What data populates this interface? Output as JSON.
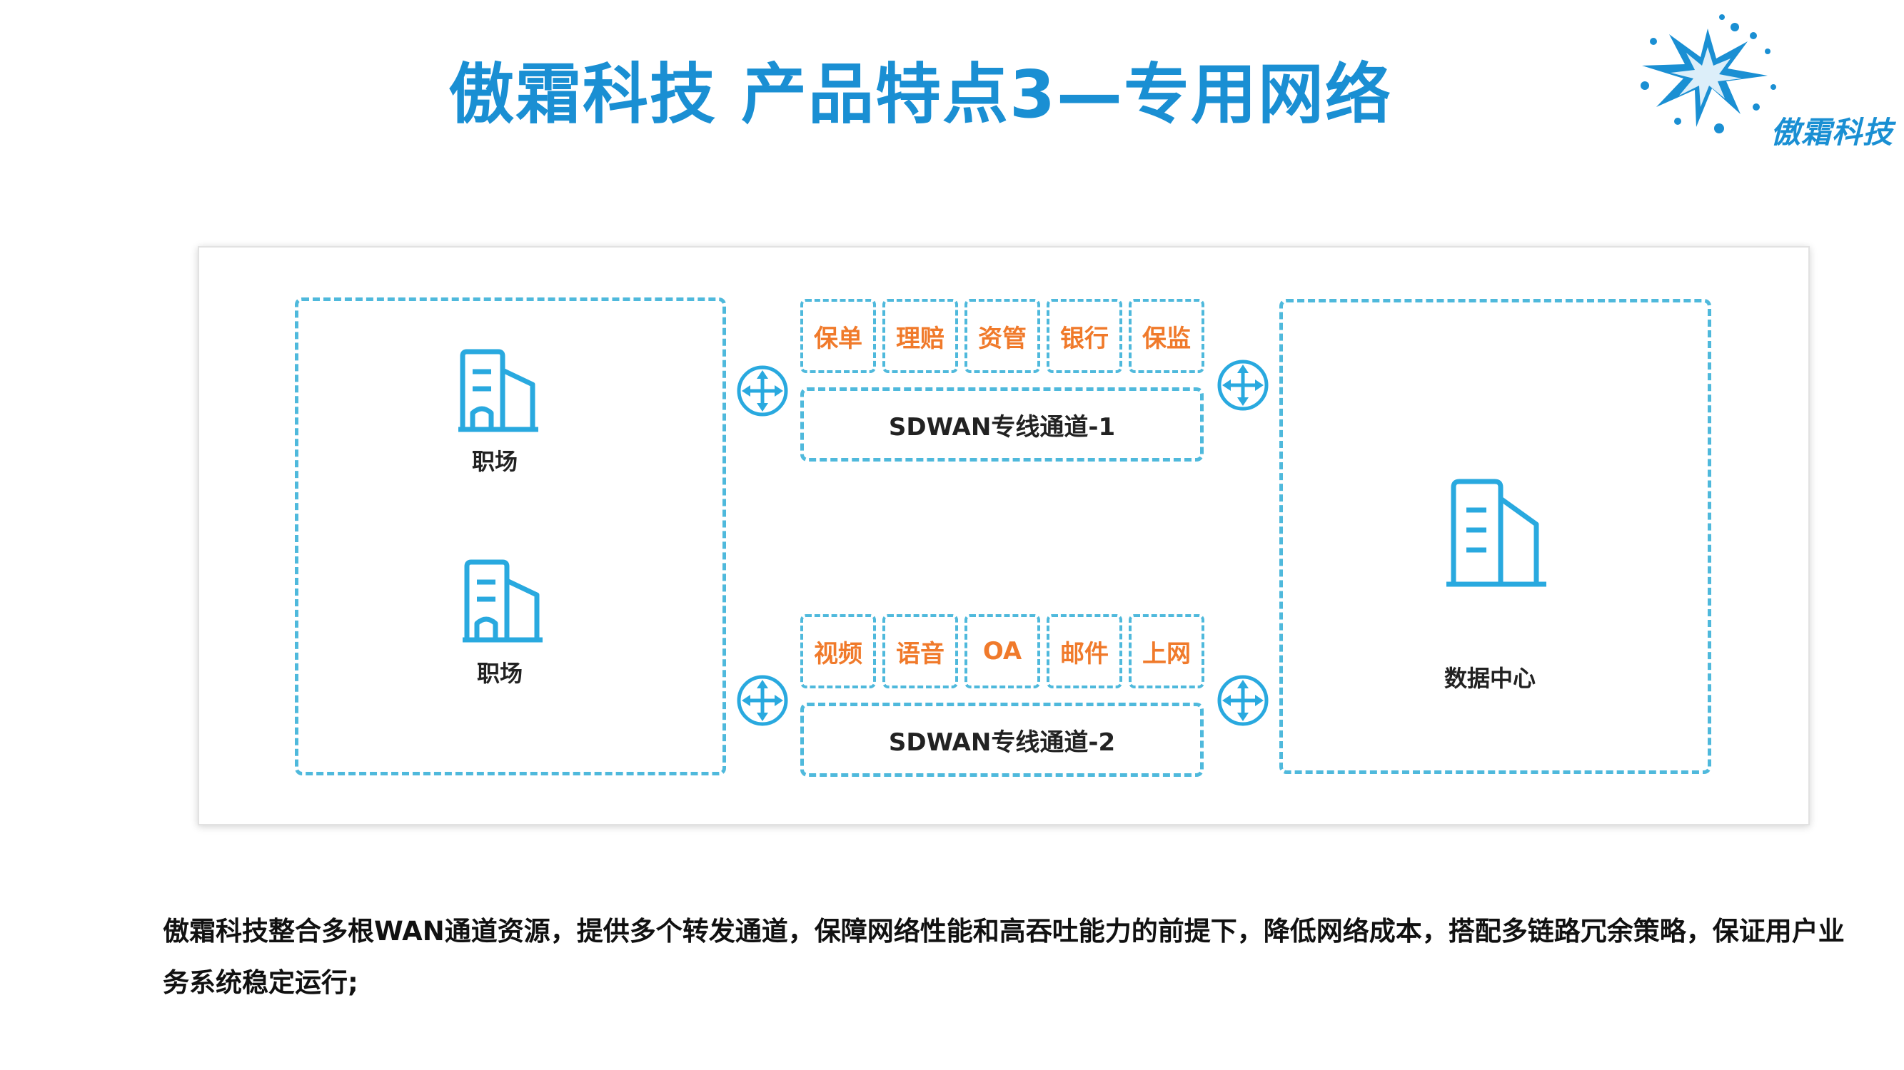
{
  "header": {
    "title": "傲霜科技 产品特点3—专用网络"
  },
  "logo": {
    "text": "傲霜科技"
  },
  "diagram": {
    "left_sites": [
      {
        "label": "职场"
      },
      {
        "label": "职场"
      }
    ],
    "channels": [
      {
        "label": "SDWAN专线通道-1",
        "services": [
          "保单",
          "理赔",
          "资管",
          "银行",
          "保监"
        ]
      },
      {
        "label": "SDWAN专线通道-2",
        "services": [
          "视频",
          "语音",
          "OA",
          "邮件",
          "上网"
        ]
      }
    ],
    "data_center": {
      "label": "数据中心"
    },
    "colors": {
      "title": "#1a8fd3",
      "dashed_border": "#4fb9dc",
      "service_text": "#f07a2b",
      "icon": "#29a9df"
    }
  },
  "description": "傲霜科技整合多根WAN通道资源，提供多个转发通道，保障网络性能和高吞吐能力的前提下，降低网络成本，搭配多链路冗余策略，保证用户业务系统稳定运行;"
}
